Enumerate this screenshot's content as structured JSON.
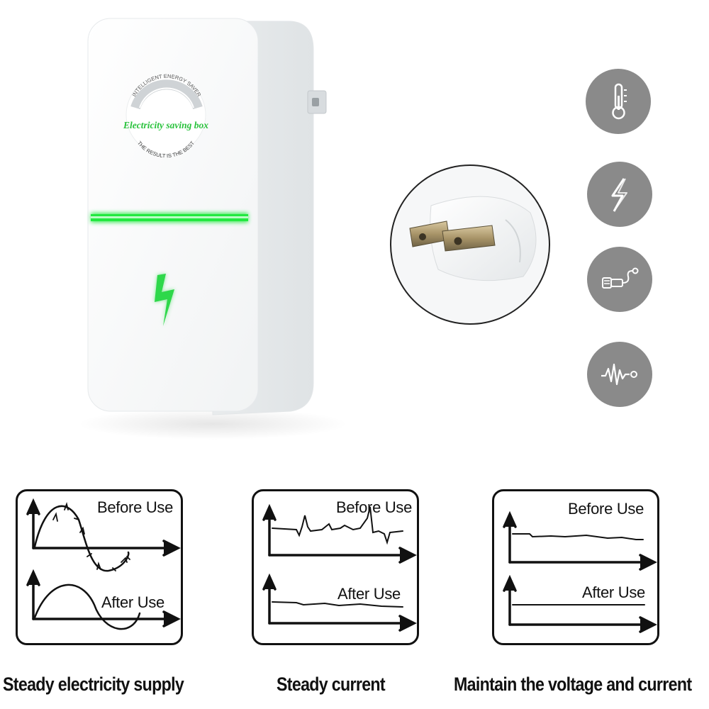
{
  "device": {
    "logo_top_arc": "INTELLIGENT ENERGY SAVER",
    "logo_name": "Electricity saving box",
    "logo_bottom_arc": "THE RESULT IS THE BEST",
    "led_color": "#22e840",
    "bolt_color": "#2ed84a"
  },
  "feature_icons": [
    "thermometer-icon",
    "lightning-icon",
    "plug-cable-icon",
    "waveform-icon"
  ],
  "feature_icon_color": "#8a8a8a",
  "panels": [
    {
      "before_label": "Before Use",
      "after_label": "After Use",
      "caption": "Steady electricity supply"
    },
    {
      "before_label": "Before Use",
      "after_label": "After Use",
      "caption": "Steady current"
    },
    {
      "before_label": "Before Use",
      "after_label": "After Use",
      "caption": "Maintain the voltage and current"
    }
  ]
}
